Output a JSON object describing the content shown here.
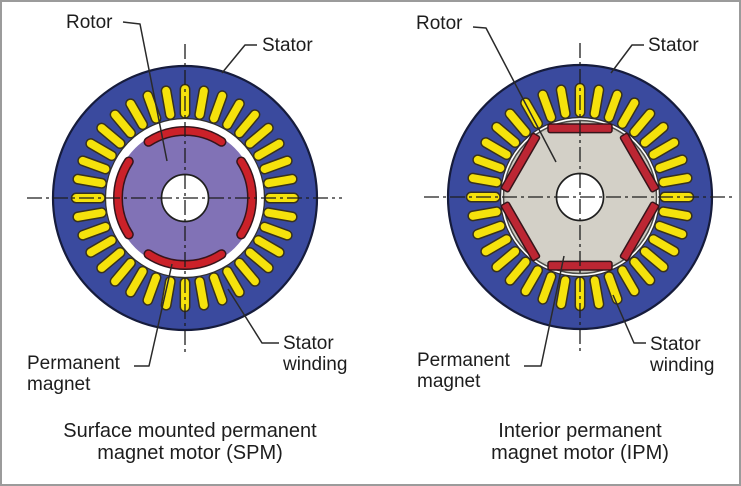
{
  "figure": {
    "panels": {
      "spm": {
        "caption": "Surface mounted permanent\nmagnet motor (SPM)",
        "labels": {
          "rotor": "Rotor",
          "stator": "Stator",
          "permanent_magnet": "Permanent\nmagnet",
          "stator_winding": "Stator\nwinding"
        }
      },
      "ipm": {
        "caption": "Interior permanent\nmagnet motor (IPM)",
        "labels": {
          "rotor": "Rotor",
          "stator": "Stator",
          "permanent_magnet": "Permanent\nmagnet",
          "stator_winding": "Stator\nwinding"
        }
      }
    },
    "colors": {
      "stator_core_blue": "#3a4a9e",
      "stator_outline": "#161c3c",
      "winding_yellow": "#f5e20c",
      "winding_outline": "#37311d",
      "magnet_red_spm": "#cb2129",
      "magnet_red_ipm": "#bc2633",
      "magnet_outline": "#36141a",
      "rotor_purple": "#8172b6",
      "rotor_purple_outline": "#2e2a45",
      "rotor_gray": "#cbc8bf",
      "rotor_gray_light": "#d3d0c7",
      "rotor_gray_outline": "#4c4c48",
      "air_gap_white": "#ffffff",
      "bore_outline": "#2f2f2f",
      "centerline_black": "#1d1d1d",
      "leader_line": "#2a2a2a",
      "text": "#1d1d1d",
      "frame_border": "#9b9b9b",
      "background": "#ffffff"
    }
  }
}
